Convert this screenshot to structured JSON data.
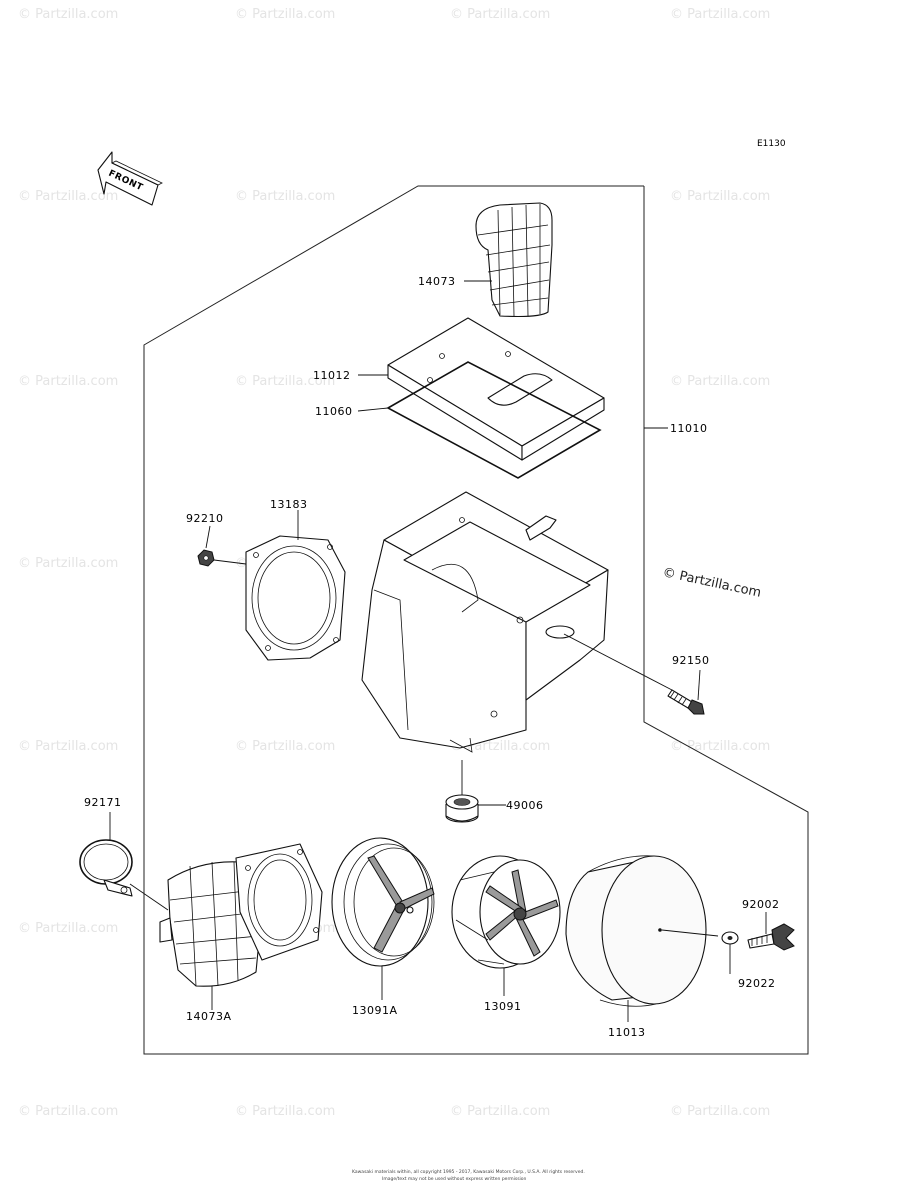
{
  "diagram": {
    "code": "E1130",
    "front_label": "FRONT",
    "watermark_text": "© Partzilla.com",
    "copyright_watermark": "© Partzilla.com",
    "footer_line1": "Kawasaki materials within, all copyright 1995 - 2017, Kawasaki Motors Corp., U.S.A. All rights reserved.",
    "footer_line2": "Image/text may not be used without express written permission"
  },
  "parts": {
    "p14073": "14073",
    "p11012": "11012",
    "p11060": "11060",
    "p11010": "11010",
    "p92210": "92210",
    "p13183": "13183",
    "p92150": "92150",
    "p49006": "49006",
    "p92171": "92171",
    "p14073A": "14073A",
    "p13091A": "13091A",
    "p13091": "13091",
    "p11013": "11013",
    "p92002": "92002",
    "p92022": "92022"
  }
}
